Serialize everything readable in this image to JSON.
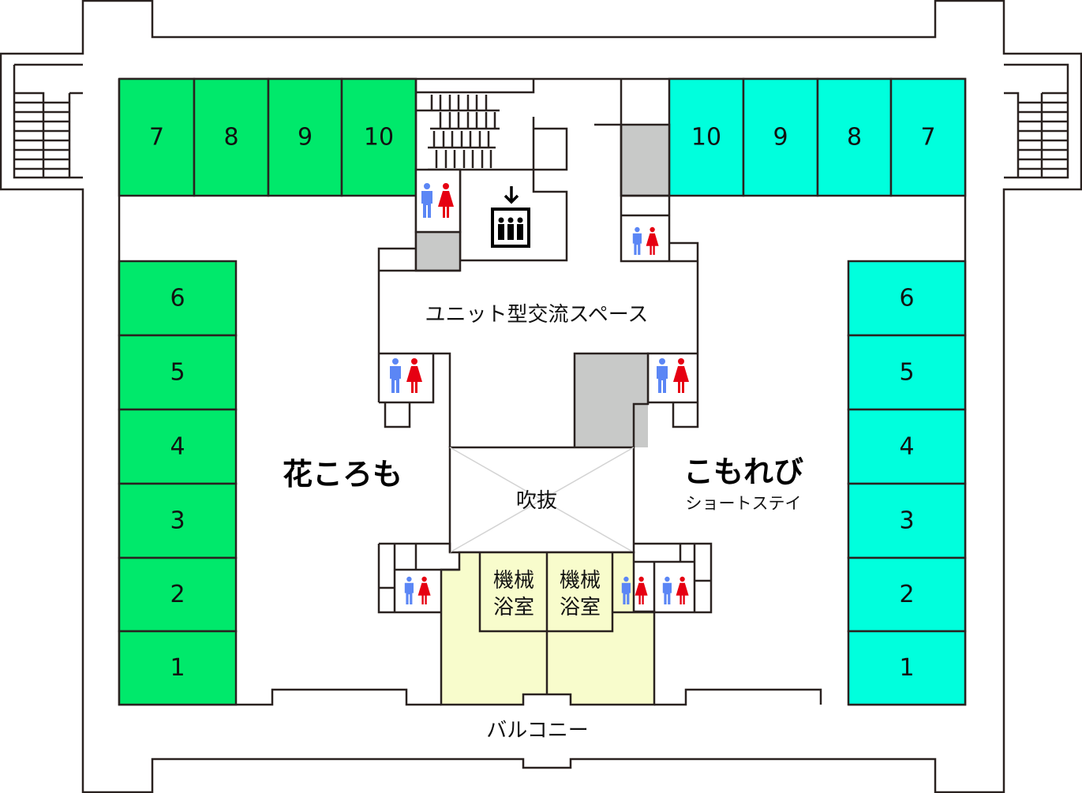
{
  "colors": {
    "unit_a": "#00e96b",
    "unit_b": "#00ffdd",
    "bath": "#f8fccc",
    "storage": "#c8c9c8",
    "male": "#5b86f5",
    "female": "#e60012"
  },
  "unit_a": {
    "name": "花ころも",
    "rooms_top": [
      "7",
      "8",
      "9",
      "10"
    ],
    "rooms_side": [
      "6",
      "5",
      "4",
      "3",
      "2",
      "1"
    ]
  },
  "unit_b": {
    "name": "こもれび",
    "subtitle": "ショートステイ",
    "rooms_top": [
      "10",
      "9",
      "8",
      "7"
    ],
    "rooms_side": [
      "6",
      "5",
      "4",
      "3",
      "2",
      "1"
    ]
  },
  "labels": {
    "common_space": "ユニット型交流スペース",
    "atrium": "吹抜",
    "bath1_line1": "機械",
    "bath1_line2": "浴室",
    "bath2_line1": "機械",
    "bath2_line2": "浴室",
    "balcony": "バルコニー"
  }
}
